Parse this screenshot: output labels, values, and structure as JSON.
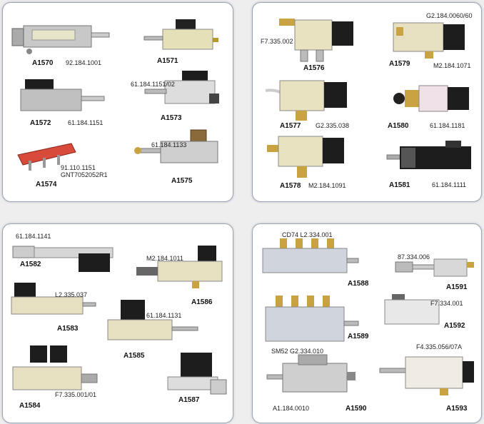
{
  "colors": {
    "panel_border": "#9aa6b8",
    "background": "#eeeeee",
    "panel": "#ffffff",
    "brass": "#c9a341",
    "metal": "#b9b9b9",
    "solenoid": "#1d1d1d"
  },
  "panels": [
    {
      "name": "top-left",
      "items": [
        {
          "code": "A1570",
          "parts": [
            "92.184.1001"
          ]
        },
        {
          "code": "A1571",
          "parts": []
        },
        {
          "code": "A1572",
          "parts": [
            "61.184.1151"
          ]
        },
        {
          "code": "A1573",
          "parts": [
            "61.184.1151/02"
          ]
        },
        {
          "code": "A1574",
          "parts": [
            "91.110.1151",
            "GNT7052052R1"
          ]
        },
        {
          "code": "A1575",
          "parts": [
            "61.184.1133"
          ]
        }
      ]
    },
    {
      "name": "top-right",
      "items": [
        {
          "code": "A1576",
          "parts": [
            "F7.335.002"
          ]
        },
        {
          "code": "A1579",
          "parts": [
            "G2.184.0060/60",
            "M2.184.1071"
          ]
        },
        {
          "code": "A1577",
          "parts": [
            "G2.335.038"
          ]
        },
        {
          "code": "A1580",
          "parts": [
            "61.184.1181"
          ]
        },
        {
          "code": "A1578",
          "parts": [
            "M2.184.1091"
          ]
        },
        {
          "code": "A1581",
          "parts": [
            "61.184.1111"
          ]
        }
      ]
    },
    {
      "name": "bottom-left",
      "items": [
        {
          "code": "A1582",
          "parts": [
            "61.184.1141"
          ]
        },
        {
          "code": "A1586",
          "parts": [
            "M2.184.1011"
          ]
        },
        {
          "code": "A1583",
          "parts": [
            "L2.335.037"
          ]
        },
        {
          "code": "A1585",
          "parts": [
            "61.184.1131"
          ]
        },
        {
          "code": "A1584",
          "parts": [
            "F7.335.001/01"
          ]
        },
        {
          "code": "A1587",
          "parts": []
        }
      ]
    },
    {
      "name": "bottom-right",
      "items": [
        {
          "code": "A1588",
          "parts": [
            "CD74  L2.334.001"
          ]
        },
        {
          "code": "A1591",
          "parts": [
            "87.334.006"
          ]
        },
        {
          "code": "A1592",
          "parts": [
            "F7.334.001"
          ]
        },
        {
          "code": "A1589",
          "parts": []
        },
        {
          "code": "A1590",
          "parts": [
            "SM52  G2.334.010",
            "A1.184.0010"
          ]
        },
        {
          "code": "A1593",
          "parts": [
            "F4.335.056/07A"
          ]
        }
      ]
    }
  ]
}
